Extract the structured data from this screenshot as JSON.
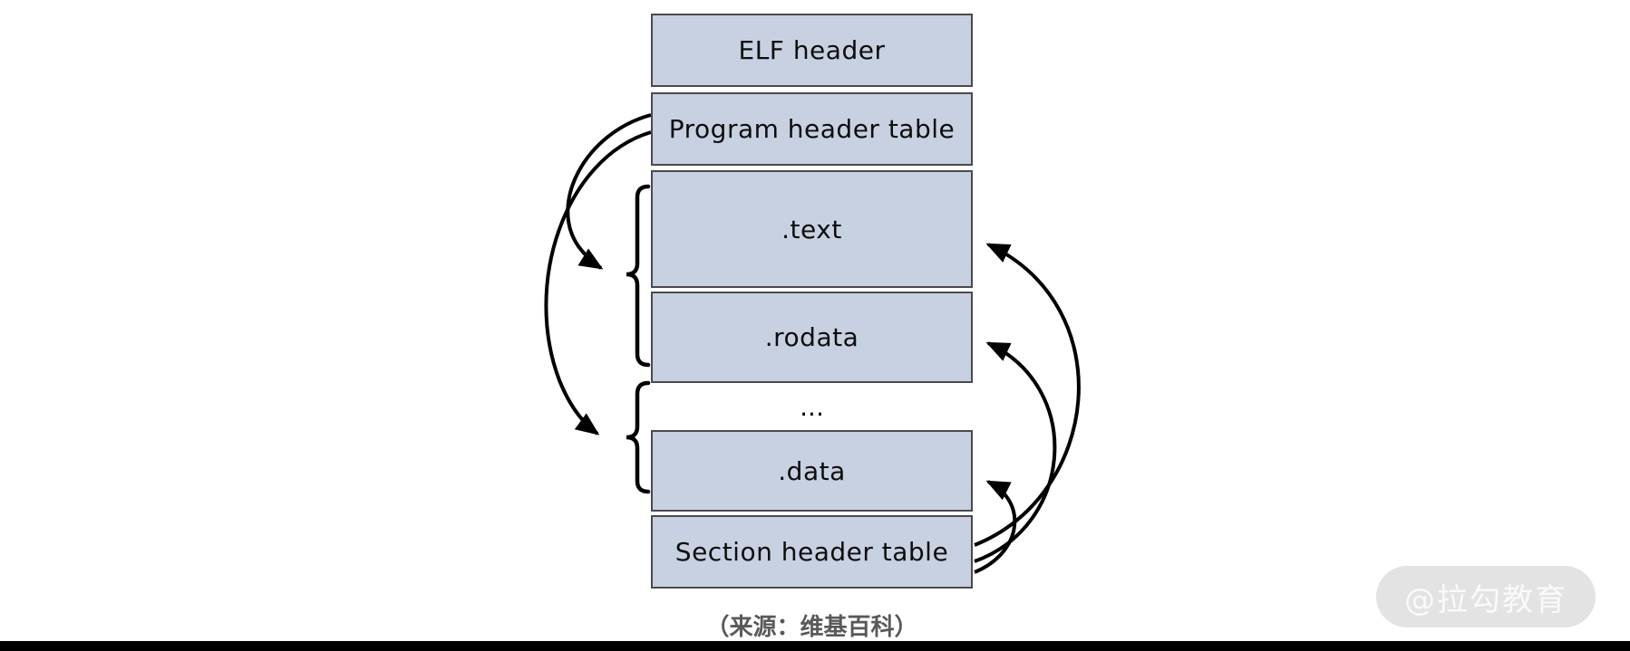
{
  "diagram": {
    "title_implied": "ELF file layout",
    "boxes": {
      "elf_header": "ELF header",
      "program_header_table": "Program header table",
      "text_section": ".text",
      "rodata_section": ".rodata",
      "ellipsis": "...",
      "data_section": ".data",
      "section_header_table": "Section header table"
    },
    "colors": {
      "box_fill": "#c8d1e2",
      "box_border": "#4a4a4a",
      "arrow": "#000000",
      "background": "#ffffff",
      "caption_text": "#595959",
      "watermark_bg": "#e3e3e3",
      "watermark_text": "#fafafa",
      "bottom_bar": "#000000"
    },
    "relations": [
      "Program header table points to segment group (.text, .rodata)",
      "Program header table points to segment group (..., .data)",
      "Section header table points to .text",
      "Section header table points to .rodata",
      "Section header table points to .data"
    ]
  },
  "caption": "（来源：维基百科）",
  "watermark": "@拉勾教育"
}
